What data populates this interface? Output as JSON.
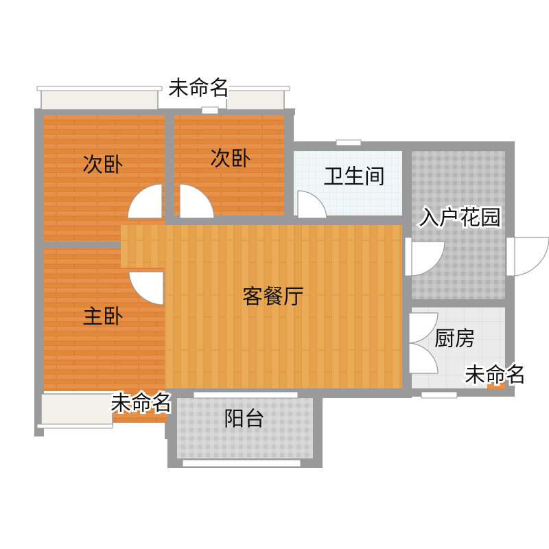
{
  "floorplan": {
    "rooms": {
      "bedroom2_left": "次卧",
      "bedroom2_right": "次卧",
      "bathroom": "卫生间",
      "entry_garden": "入户花园",
      "living_dining": "客餐厅",
      "master_bedroom": "主卧",
      "kitchen": "厨房",
      "balcony": "阳台",
      "unnamed_top": "未命名",
      "unnamed_bottom_left": "未命名",
      "unnamed_right": "未命名"
    },
    "colors": {
      "wall": "#9a9a9a",
      "wood_floor": "#e48a3c",
      "living_floor": "#e6a34e",
      "bath_tile": "#eef5f7",
      "garden_tile": "#bcbcbc",
      "kitchen_tile": "#e9e9e9",
      "balcony_tile": "#d0d0d0",
      "window": "#f2f0e8"
    }
  }
}
